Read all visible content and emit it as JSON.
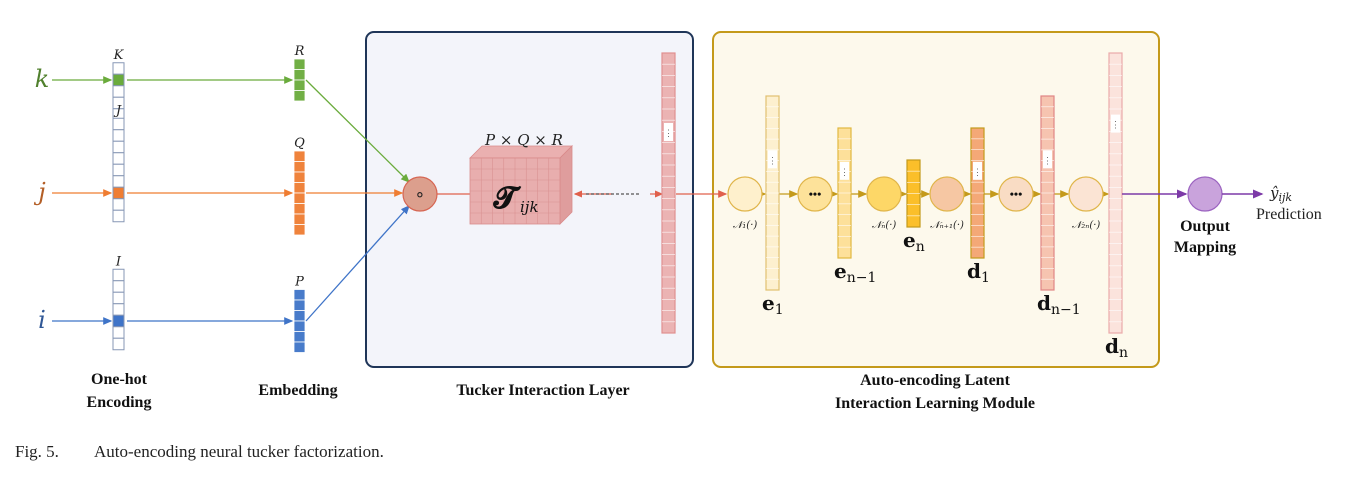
{
  "figure": {
    "caption_number": "Fig. 5.",
    "caption_text": "Auto-encoding neural tucker factorization."
  },
  "inputs": [
    {
      "symbol": "k",
      "onehot_label": "K",
      "embed_label": "R",
      "color": "#6aab3c",
      "onehot_cells": 5,
      "hot_index": 1,
      "embed_cells": 4
    },
    {
      "symbol": "j",
      "onehot_label": "J",
      "embed_label": "Q",
      "color": "#ef7d32",
      "onehot_cells": 9,
      "hot_index": 6,
      "embed_cells": 8
    },
    {
      "symbol": "i",
      "onehot_label": "I",
      "embed_label": "P",
      "color": "#3f74c8",
      "onehot_cells": 7,
      "hot_index": 4,
      "embed_cells": 6
    }
  ],
  "stage_labels": {
    "onehot_line1": "One-hot",
    "onehot_line2": "Encoding",
    "embedding": "Embedding",
    "tucker": "Tucker Interaction Layer",
    "ae_line1": "Auto-encoding Latent",
    "ae_line2": "Interaction Learning Module",
    "output_line1": "Output",
    "output_line2": "Mapping"
  },
  "tucker": {
    "operator_symbol": "∘",
    "tensor_dims": "P × Q × R",
    "tensor_symbol": "𝓣",
    "tensor_subscript": "ijk",
    "box_color": "#f3f4fa",
    "border_color": "#1f3558"
  },
  "autoencoder": {
    "box_color": "#fdf9ec",
    "border_color": "#c49a1b",
    "nodes": [
      {
        "label": "𝒩₁(·)",
        "fill": "#fef0cc"
      },
      {
        "label": "",
        "fill": "#fde29a",
        "ellipsis": "•••"
      },
      {
        "label": "𝒩ₙ(·)",
        "fill": "#fdd767"
      },
      {
        "label": "𝒩ₙ₊₁(·)",
        "fill": "#f6c7a3"
      },
      {
        "label": "",
        "fill": "#f9dcc4",
        "ellipsis": "•••"
      },
      {
        "label": "𝒩₂ₙ(·)",
        "fill": "#fbe4d4"
      }
    ],
    "vectors": [
      {
        "name": "e",
        "sub": "1",
        "fill": "#fdf0cf"
      },
      {
        "name": "e",
        "sub": "n−1",
        "fill": "#fde09a"
      },
      {
        "name": "e",
        "sub": "n",
        "fill": "#fbbf2a"
      },
      {
        "name": "d",
        "sub": "1",
        "fill": "#f4a877"
      },
      {
        "name": "d",
        "sub": "n−1",
        "fill": "#f6c4b0"
      },
      {
        "name": "d",
        "sub": "n",
        "fill": "#fbe3dc"
      }
    ]
  },
  "output": {
    "symbol": "ŷ",
    "subscript": "ijk",
    "label": "Prediction",
    "node_color": "#c9a3dc",
    "line_color": "#7d3aa8"
  },
  "ellipsis_vertical": "⋮"
}
